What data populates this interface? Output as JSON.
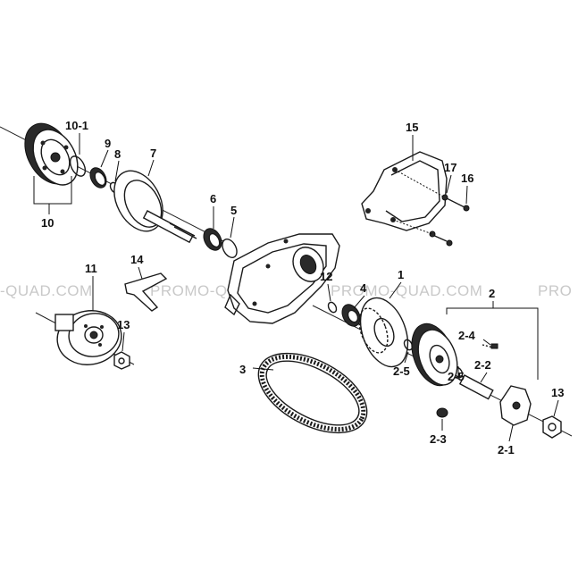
{
  "watermark": {
    "segments": [
      "-QUAD.COM",
      "PROMO-QUAD.COM",
      "PROMO-QUAD.COM",
      "PRO"
    ]
  },
  "callouts": {
    "c10_1": "10-1",
    "c9": "9",
    "c8": "8",
    "c7": "7",
    "c10": "10",
    "c6": "6",
    "c5": "5",
    "c15": "15",
    "c17": "17",
    "c16": "16",
    "c11": "11",
    "c14": "14",
    "c13a": "13",
    "c12": "12",
    "c4": "4",
    "c1": "1",
    "c2": "2",
    "c2_4": "2-4",
    "c2_2": "2-2",
    "c2_5a": "2-5",
    "c2_5b": "2-5",
    "c3": "3",
    "c2_3": "2-3",
    "c2_1": "2-1",
    "c13b": "13"
  }
}
